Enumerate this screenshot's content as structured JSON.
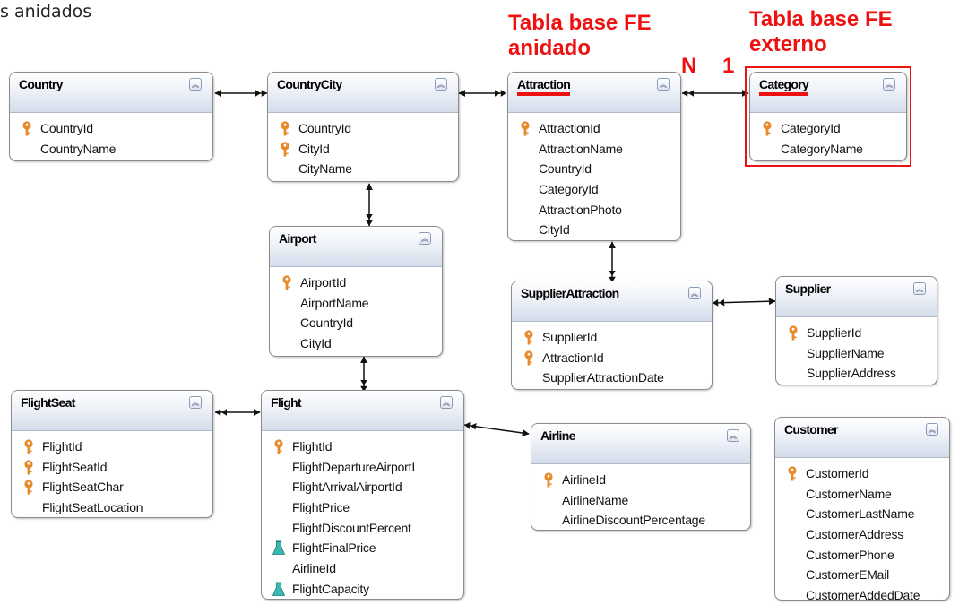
{
  "page": {
    "heading": "s anidados"
  },
  "annotations": {
    "nested_title": "Tabla base FE anidado",
    "external_title": "Tabla base FE externo",
    "cardinality_n": "N",
    "cardinality_1": "1",
    "highlight_color": "#ee1111"
  },
  "entities": {
    "country": {
      "title": "Country",
      "attributes": [
        "CountryId",
        "CountryName"
      ],
      "keys": [
        0
      ]
    },
    "countrycity": {
      "title": "CountryCity",
      "attributes": [
        "CountryId",
        "CityId",
        "CityName"
      ],
      "keys": [
        0,
        1
      ]
    },
    "attraction": {
      "title": "Attraction",
      "attributes": [
        "AttractionId",
        "AttractionName",
        "CountryId",
        "CategoryId",
        "AttractionPhoto",
        "CityId"
      ],
      "keys": [
        0
      ]
    },
    "category": {
      "title": "Category",
      "attributes": [
        "CategoryId",
        "CategoryName"
      ],
      "keys": [
        0
      ]
    },
    "airport": {
      "title": "Airport",
      "attributes": [
        "AirportId",
        "AirportName",
        "CountryId",
        "CityId"
      ],
      "keys": [
        0
      ]
    },
    "supplierattraction": {
      "title": "SupplierAttraction",
      "attributes": [
        "SupplierId",
        "AttractionId",
        "SupplierAttractionDate"
      ],
      "keys": [
        0,
        1
      ]
    },
    "supplier": {
      "title": "Supplier",
      "attributes": [
        "SupplierId",
        "SupplierName",
        "SupplierAddress"
      ],
      "keys": [
        0
      ]
    },
    "flightseat": {
      "title": "FlightSeat",
      "attributes": [
        "FlightId",
        "FlightSeatId",
        "FlightSeatChar",
        "FlightSeatLocation"
      ],
      "keys": [
        0,
        1,
        2
      ]
    },
    "flight": {
      "title": "Flight",
      "attributes": [
        "FlightId",
        "FlightDepartureAirportI",
        "FlightArrivalAirportId",
        "FlightPrice",
        "FlightDiscountPercent",
        "FlightFinalPrice",
        "AirlineId",
        "FlightCapacity"
      ],
      "keys": [
        0
      ],
      "formulas": [
        5,
        7
      ]
    },
    "airline": {
      "title": "Airline",
      "attributes": [
        "AirlineId",
        "AirlineName",
        "AirlineDiscountPercentage"
      ],
      "keys": [
        0
      ]
    },
    "customer": {
      "title": "Customer",
      "attributes": [
        "CustomerId",
        "CustomerName",
        "CustomerLastName",
        "CustomerAddress",
        "CustomerPhone",
        "CustomerEMail",
        "CustomerAddedDate"
      ],
      "keys": [
        0
      ]
    }
  },
  "icons": {
    "key": "key-icon",
    "formula": "formula-flask-icon",
    "collapse": "collapse-chevrons-icon"
  },
  "colors": {
    "annotation": "#ee1111",
    "key_icon": "#e8892a",
    "formula_icon": "#3ab8b0"
  }
}
